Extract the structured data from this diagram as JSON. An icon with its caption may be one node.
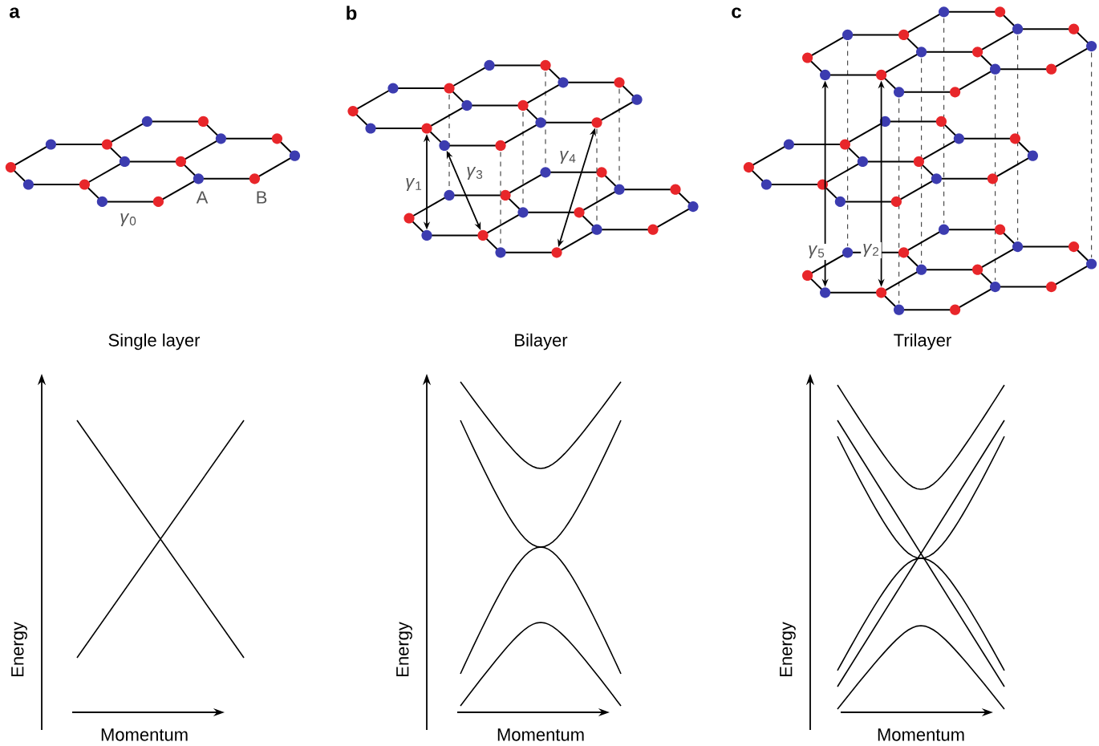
{
  "diagram": {
    "labels": [
      "a",
      "*γ*$_{0}$",
      "A",
      "B",
      "b",
      "*γ*$_{1}$",
      "*γ*$_{3}$",
      "*γ*$_{4}$",
      "c",
      "*γ*$_{5}$",
      "*γ*$_{2}$",
      "Single layer",
      "Bilayer",
      "Trilayer",
      "Energy",
      "Momentum",
      "Energy",
      "Momentum",
      "Energy",
      "Momentum"
    ]
  }
}
